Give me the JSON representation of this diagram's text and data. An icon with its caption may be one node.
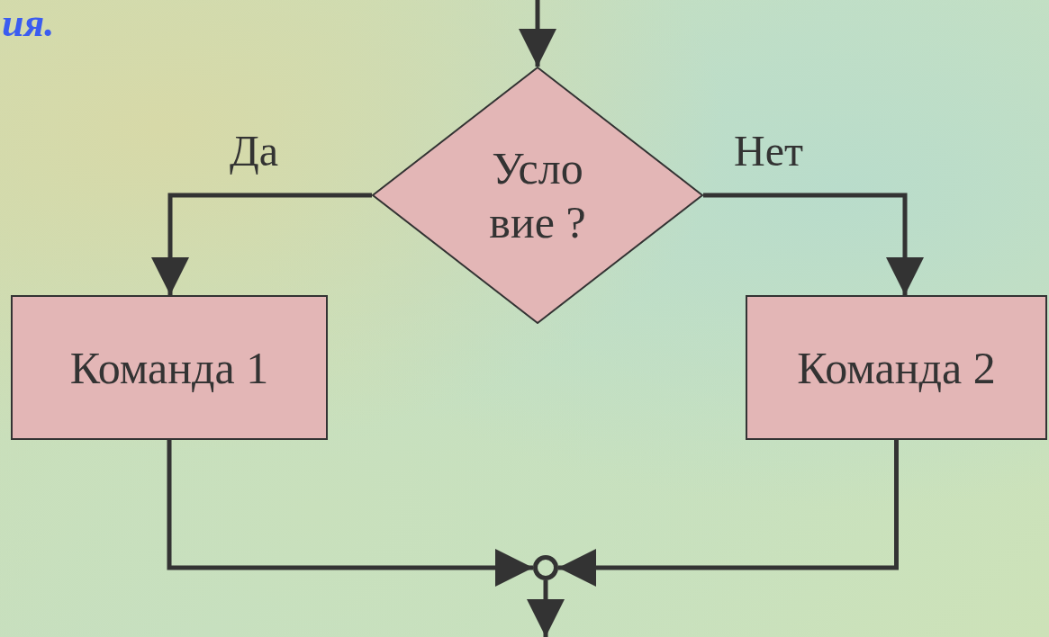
{
  "diagram": {
    "title": "ия.",
    "nodes": [
      {
        "text": [
          "Усло вие ?"
        ]
      },
      {
        "text": [
          "Команда 1"
        ]
      },
      {
        "text": [
          "Команда 2"
        ]
      },
      {
        "text": [],
        "shape": "circle"
      }
    ],
    "edges": [
      {
        "from": null,
        "to": 0,
        "arrow": "to"
      },
      {
        "from": 0,
        "to": 1,
        "arrow": "to",
        "label": "Да"
      },
      {
        "from": 0,
        "to": 2,
        "arrow": "to",
        "label": "Нет"
      },
      {
        "from": 1,
        "to": 3,
        "arrow": "to"
      },
      {
        "from": 2,
        "to": 3,
        "arrow": "to"
      },
      {
        "from": 3,
        "to": null,
        "arrow": "to"
      }
    ]
  }
}
